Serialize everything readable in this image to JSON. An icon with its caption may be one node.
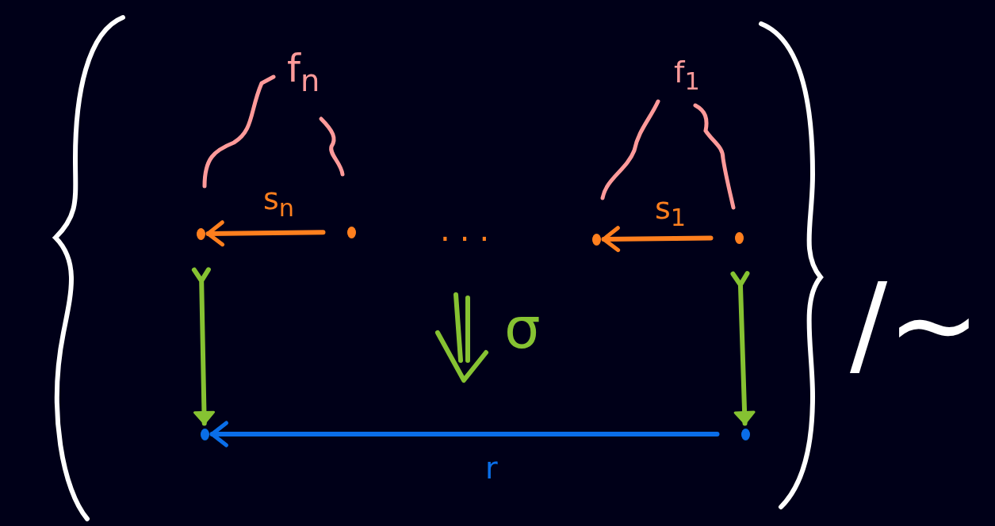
{
  "diagram": {
    "nodes": [
      {
        "text": [],
        "shape": "circle"
      },
      {
        "text": [],
        "shape": "circle"
      },
      {
        "text": [],
        "shape": "circle"
      },
      {
        "text": [],
        "shape": "circle"
      },
      {
        "text": [],
        "shape": "circle"
      },
      {
        "text": [],
        "shape": "circle"
      }
    ],
    "edges": [
      {
        "from": 1,
        "to": 0,
        "arrow": "to",
        "label": "s$_{n}$",
        "color": "#ff7f1e"
      },
      {
        "from": 3,
        "to": 2,
        "arrow": "to",
        "label": "s$_{1}$",
        "color": "#ff7f1e"
      },
      {
        "from": 0,
        "to": 4,
        "arrow": "to",
        "color": "#86c232"
      },
      {
        "from": 3,
        "to": 5,
        "arrow": "to",
        "color": "#86c232"
      },
      {
        "from": 5,
        "to": 4,
        "arrow": "to",
        "label": "r",
        "color": "#0a6ee8"
      }
    ],
    "labels": [
      "f$_{n}$",
      "f$_{1}$",
      "...",
      "σ",
      "/∼"
    ]
  }
}
